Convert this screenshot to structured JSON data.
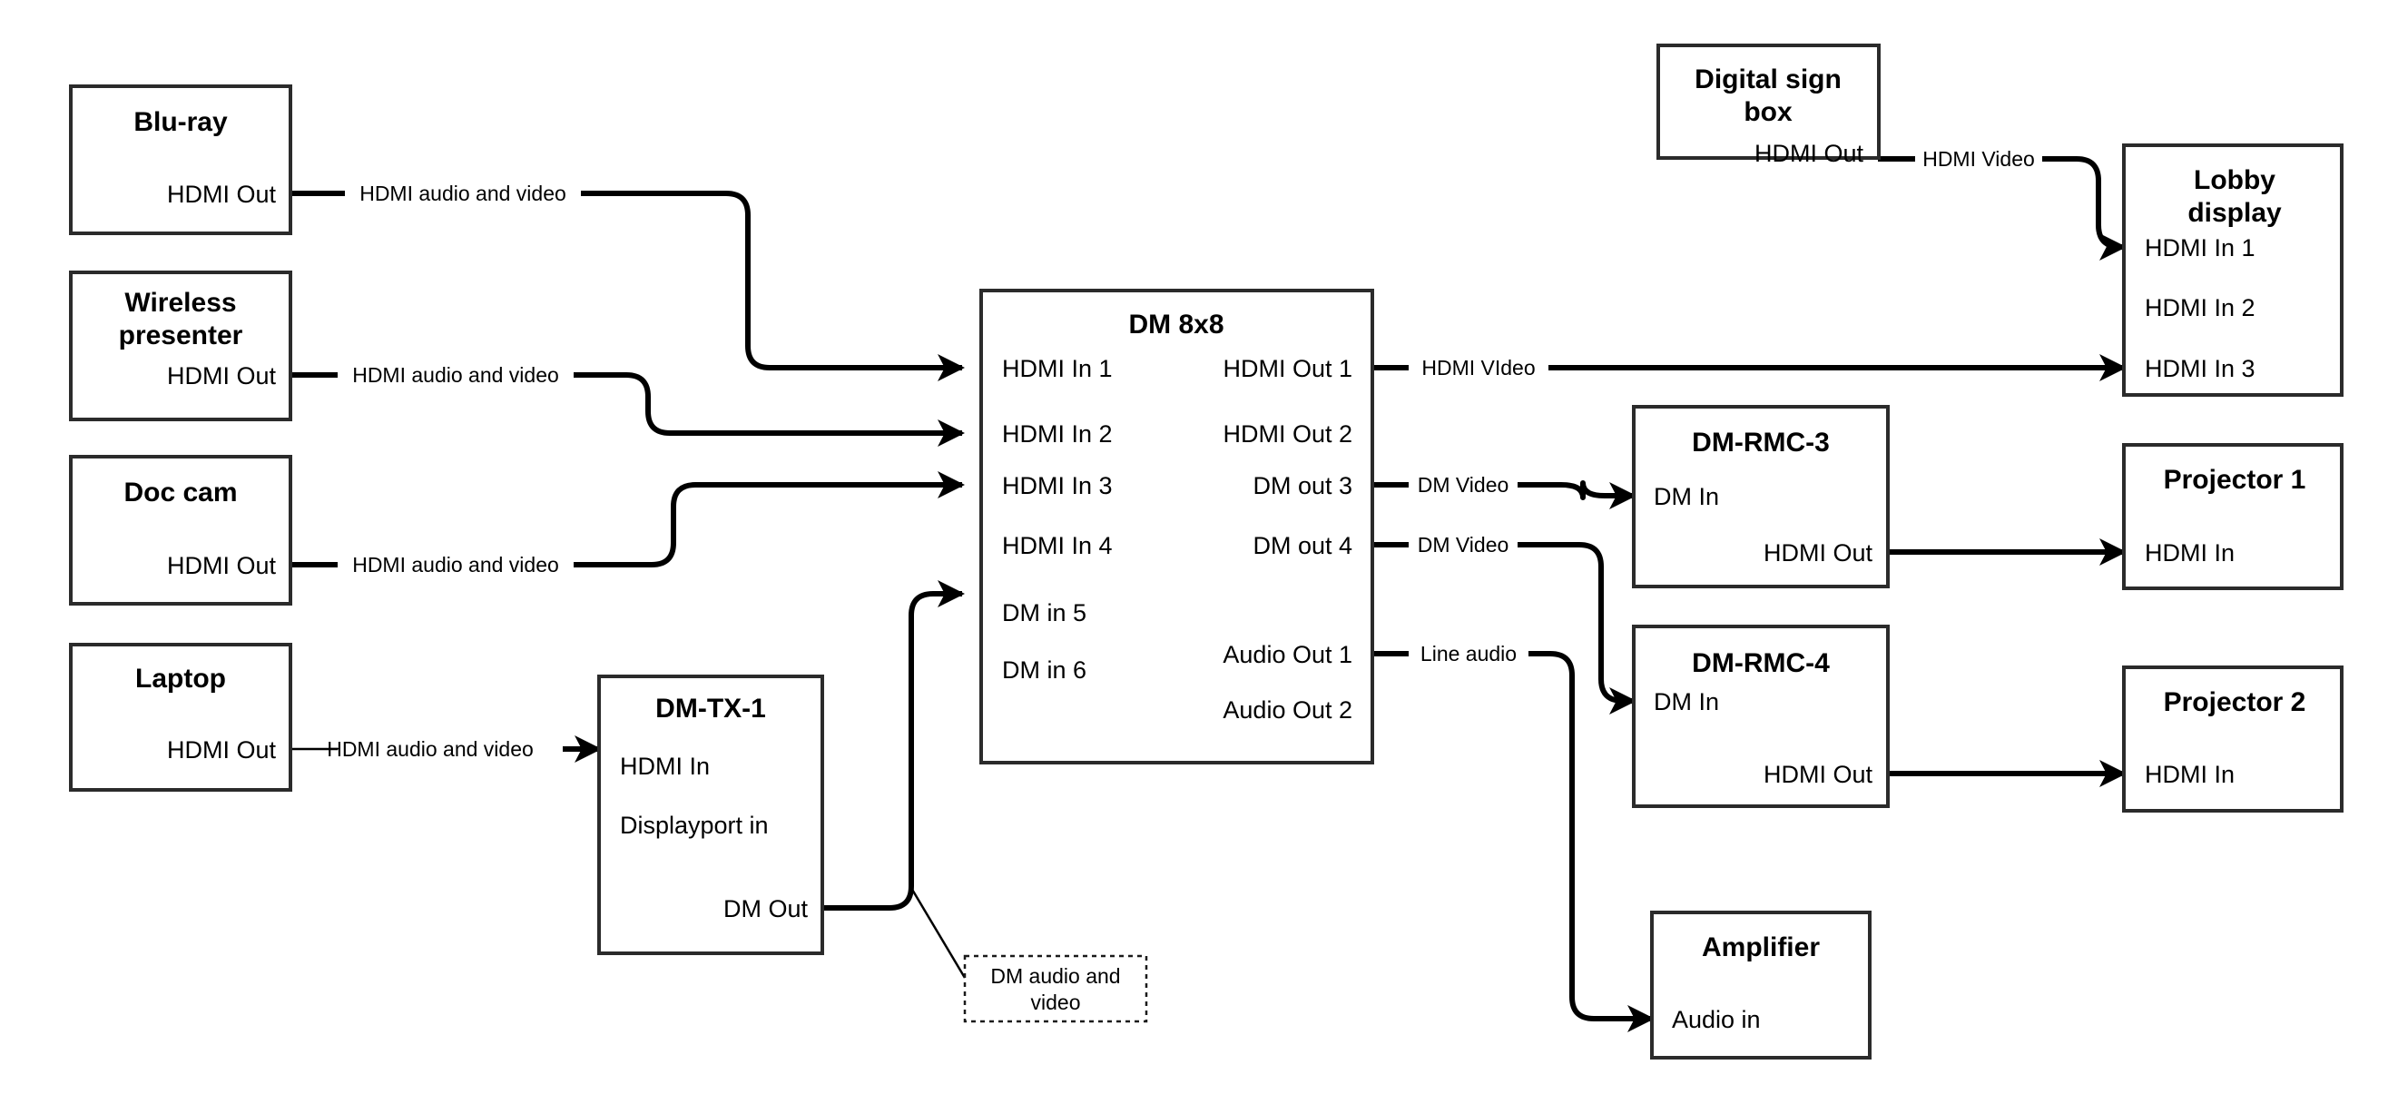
{
  "diagram": {
    "title": "AV signal routing diagram",
    "colors": {
      "background": "#ffffff",
      "box_stroke": "#2b2b2b",
      "wire": "#000000",
      "text": "#000000",
      "note_stroke": "#1a1a1a"
    }
  },
  "nodes": {
    "bluray": {
      "title": "Blu-ray",
      "ports": {
        "out1": "HDMI Out"
      }
    },
    "wireless": {
      "title_line1": "Wireless",
      "title_line2": "presenter",
      "ports": {
        "out1": "HDMI Out"
      }
    },
    "doccam": {
      "title": "Doc cam",
      "ports": {
        "out1": "HDMI Out"
      }
    },
    "laptop": {
      "title": "Laptop",
      "ports": {
        "out1": "HDMI Out"
      }
    },
    "dmtx1": {
      "title": "DM-TX-1",
      "ports": {
        "in1": "HDMI In",
        "in2": "Displayport in",
        "out1": "DM Out"
      }
    },
    "dm8x8": {
      "title": "DM 8x8",
      "inputs": [
        "HDMI In 1",
        "HDMI In 2",
        "HDMI In 3",
        "HDMI In 4",
        "DM in 5",
        "DM in 6"
      ],
      "outputs": [
        "HDMI Out 1",
        "HDMI Out 2",
        "DM out 3",
        "DM out 4",
        "Audio Out 1",
        "Audio Out 2"
      ]
    },
    "digitalsign": {
      "title_line1": "Digital sign",
      "title_line2": "box",
      "ports": {
        "out1": "HDMI Out"
      }
    },
    "lobby": {
      "title_line1": "Lobby",
      "title_line2": "display",
      "ports": {
        "in1": "HDMI In 1",
        "in2": "HDMI In 2",
        "in3": "HDMI In 3"
      }
    },
    "dmrmc3": {
      "title": "DM-RMC-3",
      "ports": {
        "in1": "DM In",
        "out1": "HDMI Out"
      }
    },
    "dmrmc4": {
      "title": "DM-RMC-4",
      "ports": {
        "in1": "DM In",
        "out1": "HDMI Out"
      }
    },
    "projector1": {
      "title": "Projector 1",
      "ports": {
        "in1": "HDMI In"
      }
    },
    "projector2": {
      "title": "Projector 2",
      "ports": {
        "in1": "HDMI In"
      }
    },
    "amplifier": {
      "title": "Amplifier",
      "ports": {
        "in1": "Audio in"
      }
    }
  },
  "link_labels": {
    "bluray_to_dm": "HDMI audio and video",
    "wireless_to_dm": "HDMI audio and video",
    "doccam_to_dm": "HDMI audio and video",
    "laptop_to_tx": "HDMI audio and video",
    "sign_to_lobby": "HDMI Video",
    "dm_out1_lobby": "HDMI VIdeo",
    "dm_out3_rmc3": "DM Video",
    "dm_out4_rmc4": "DM Video",
    "dm_audio_amp": "Line audio"
  },
  "notes": {
    "dm_av_note_line1": "DM audio and",
    "dm_av_note_line2": "video"
  }
}
